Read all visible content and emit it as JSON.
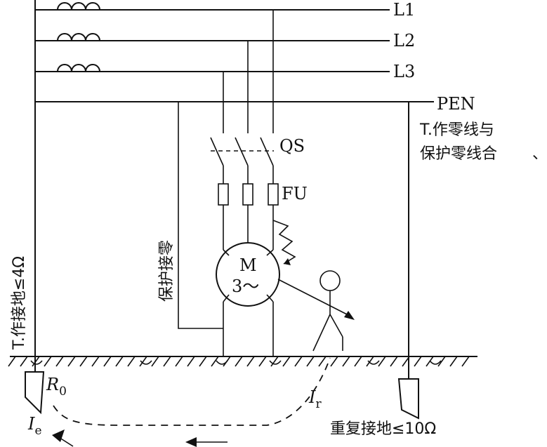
{
  "lines": {
    "l1": "L1",
    "l2": "L2",
    "l3": "L3",
    "pen": "PEN"
  },
  "labels": {
    "pen_note_line1": "T.作零线与",
    "pen_note_line2": "保护零线合",
    "switch": "QS",
    "fuse": "FU",
    "motor_symbol": "M",
    "motor_phase": "3～",
    "protective_connection": "保护接零",
    "working_ground": "T.作接地≤4Ω",
    "repeated_ground": "重复接地≤10Ω",
    "r0_main": "R",
    "r0_sub": "0",
    "ie_main": "I",
    "ie_sub": "e",
    "ir_main": "I",
    "ir_sub": "r"
  }
}
